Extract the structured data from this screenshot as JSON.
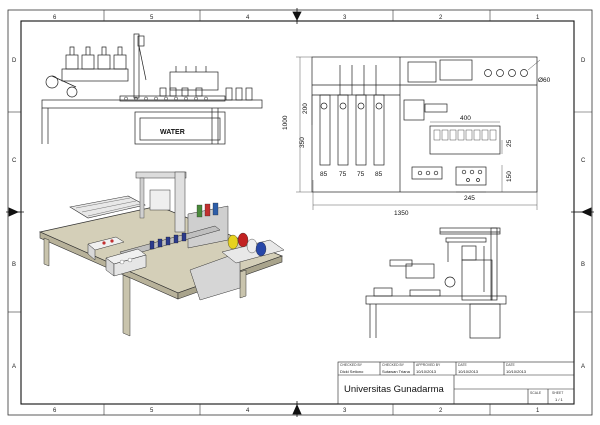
{
  "drawing": {
    "zones_top": [
      "6",
      "5",
      "4",
      "3",
      "2",
      "1"
    ],
    "zones_bottom": [
      "6",
      "5",
      "4",
      "3",
      "2",
      "1"
    ],
    "zones_left": [
      "D",
      "C",
      "B",
      "A"
    ],
    "zones_right": [
      "D",
      "C",
      "B",
      "A"
    ]
  },
  "front_view": {
    "tank_label": "WATER"
  },
  "top_view": {
    "dim_diameter": "Ø60",
    "dim_400": "400",
    "dim_1000": "1000",
    "dim_200": "200",
    "dim_350": "350",
    "dim_25": "25",
    "dim_150": "150",
    "dim_bottom": [
      "85",
      "75",
      "75",
      "85"
    ],
    "dim_245": "245",
    "dim_1350": "1350"
  },
  "title_block": {
    "checked_by_label": "CHECKED BY",
    "checked_by": "Dicki Setiono",
    "drawn_by_label": "CHECKED BY",
    "drawn_by": "Sutawan Triana",
    "approved_label": "APPROVED BY",
    "approved_date": "10/10/2013",
    "date_label": "DATE",
    "date": "10/10/2013",
    "date2_label": "DATE",
    "date2": "10/10/2013",
    "institution": "Universitas Gunadarma",
    "scale_label": "SCALE",
    "scale": "",
    "sheet_label": "SHEET",
    "sheet": "1 / 1"
  }
}
